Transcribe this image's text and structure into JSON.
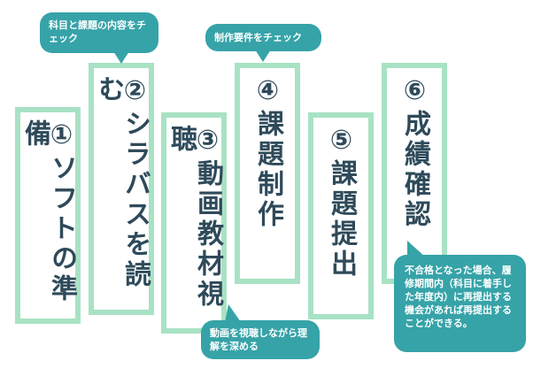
{
  "steps": [
    {
      "label": "①ソフトの準備"
    },
    {
      "label": "②シラバスを読む"
    },
    {
      "label": "③動画教材視聴"
    },
    {
      "label": "④課題制作"
    },
    {
      "label": "⑤課題提出"
    },
    {
      "label": "⑥成績確認"
    }
  ],
  "callouts": {
    "syllabus": "科目と課題の内容をチェック",
    "requirements": "制作要件をチェック",
    "video": "動画を視聴しながら理解を深める",
    "grades": "不合格となった場合、履修期間内（科目に着手した年度内）に再提出する機会があれば再提出することができる。"
  },
  "colors": {
    "frame": "#a8e2c4",
    "text": "#2e4a5a",
    "bubble": "#36a3a8"
  }
}
